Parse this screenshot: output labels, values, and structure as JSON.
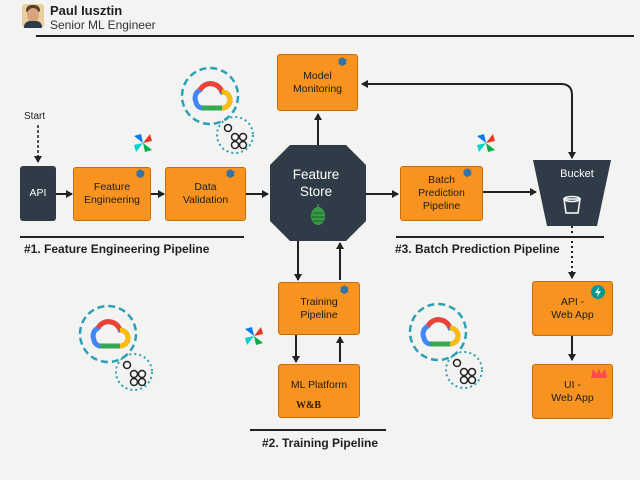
{
  "author": {
    "name": "Paul Iusztin",
    "title": "Senior ML Engineer"
  },
  "nodes": {
    "start": "Start",
    "api": "API",
    "feature_engineering": [
      "Feature",
      "Engineering"
    ],
    "data_validation": [
      "Data",
      "Validation"
    ],
    "feature_store": [
      "Feature",
      "Store"
    ],
    "model_monitoring": [
      "Model",
      "Monitoring"
    ],
    "batch_prediction": [
      "Batch",
      "Prediction",
      "Pipeline"
    ],
    "bucket": "Bucket",
    "training_pipeline": [
      "Training",
      "Pipeline"
    ],
    "ml_platform": "ML Platform",
    "wandb": "W&B",
    "api_web_app": [
      "API -",
      "Web App"
    ],
    "ui_web_app": [
      "UI -",
      "Web App"
    ]
  },
  "sections": {
    "feature_engineering": "#1. Feature Engineering Pipeline",
    "training": "#2. Training Pipeline",
    "batch_prediction": "#3. Batch Prediction Pipeline"
  },
  "icons": {
    "google_cloud": "google-cloud-icon",
    "kubeflow": "kubeflow-pipeline-icon",
    "airflow": "airflow-pinwheel-icon",
    "python": "python-icon",
    "hopsworks": "hopsworks-hop-icon",
    "fastapi": "fastapi-bolt-icon",
    "streamlit": "streamlit-crown-icon",
    "bucket": "bucket-icon"
  },
  "colors": {
    "pipeline_box": "#f7931e",
    "dark_node": "#2f3b47",
    "background": "#f3f3f1"
  }
}
